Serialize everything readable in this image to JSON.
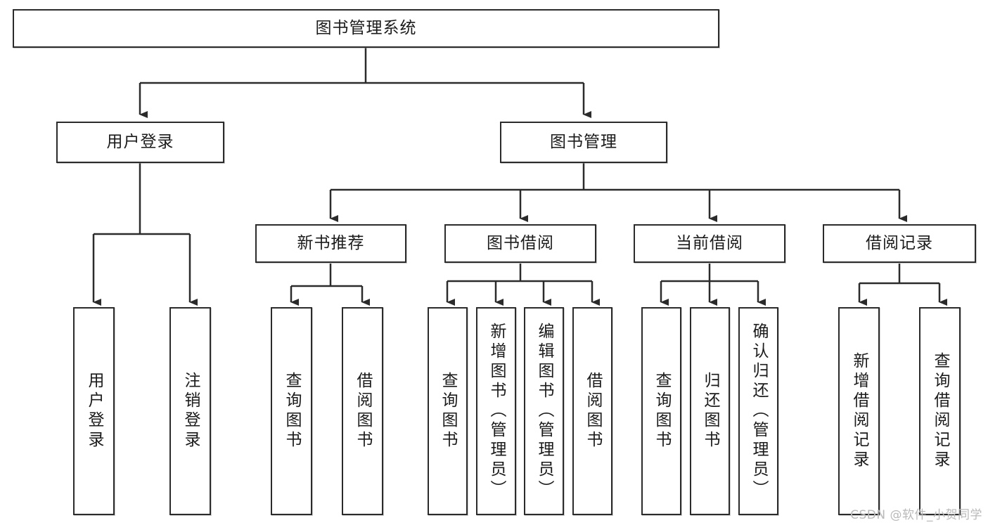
{
  "diagram": {
    "title": "图书管理系统",
    "type": "tree-hierarchy-chart",
    "watermark": "CSDN @软件_小贺同学",
    "colors": {
      "box_border": "#2b2b2b",
      "box_fill": "#ffffff",
      "line": "#2b2b2b",
      "text": "#1b1b1b",
      "watermark": "#b9b9b9",
      "background": "#ffffff"
    },
    "root": {
      "label": "图书管理系统"
    },
    "level2": [
      {
        "label": "用户登录"
      },
      {
        "label": "图书管理"
      }
    ],
    "level3": [
      {
        "label": "新书推荐"
      },
      {
        "label": "图书借阅"
      },
      {
        "label": "当前借阅"
      },
      {
        "label": "借阅记录"
      }
    ],
    "leaves": {
      "user_login": [
        {
          "label": "用户登录"
        },
        {
          "label": "注销登录"
        }
      ],
      "new_book_recommend": [
        {
          "label": "查询图书"
        },
        {
          "label": "借阅图书"
        }
      ],
      "book_borrow": [
        {
          "label": "查询图书"
        },
        {
          "label": "新增图书（管理员）"
        },
        {
          "label": "编辑图书（管理员）"
        },
        {
          "label": "借阅图书"
        }
      ],
      "current_borrow": [
        {
          "label": "查询图书"
        },
        {
          "label": "归还图书"
        },
        {
          "label": "确认归还（管理员）"
        }
      ],
      "borrow_record": [
        {
          "label": "新增借阅记录"
        },
        {
          "label": "查询借阅记录"
        }
      ]
    }
  }
}
